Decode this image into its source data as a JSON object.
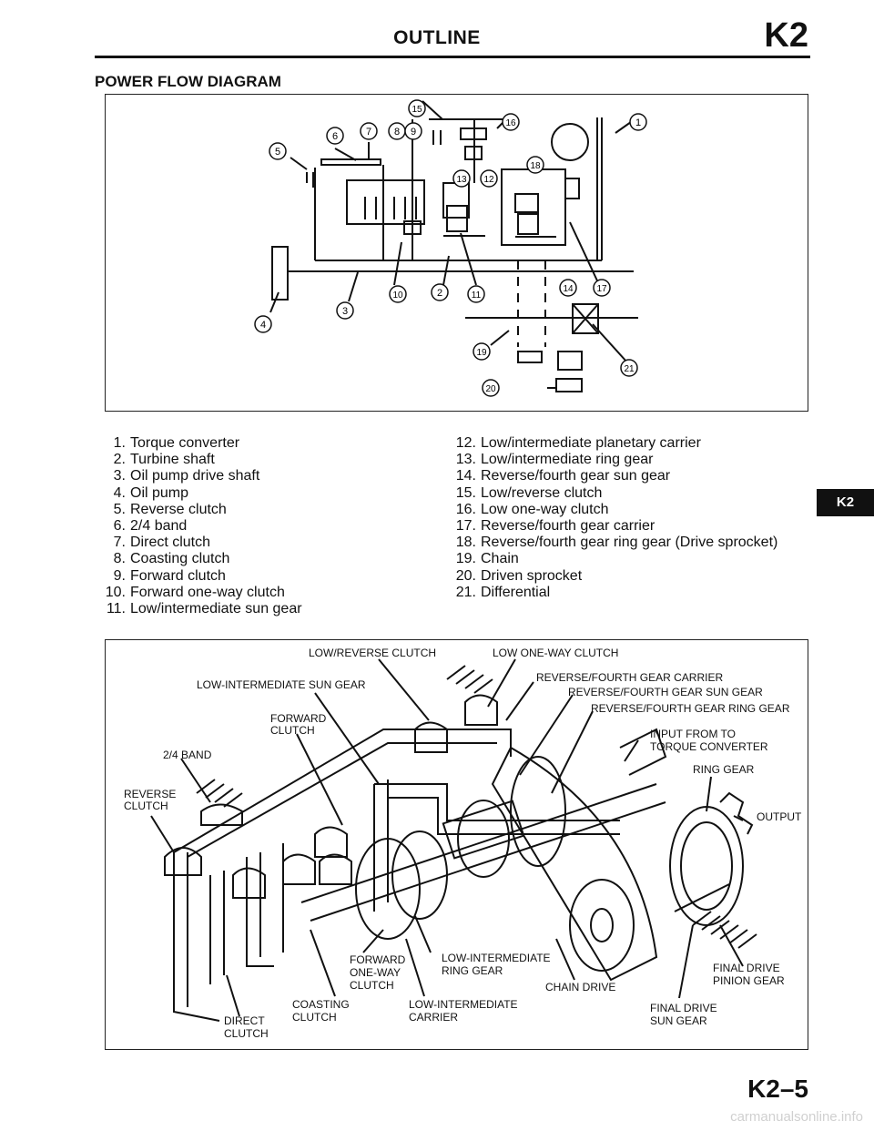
{
  "header": {
    "title": "OUTLINE",
    "code": "K2"
  },
  "section_title": "POWER FLOW DIAGRAM",
  "callouts": [
    "1",
    "2",
    "3",
    "4",
    "5",
    "6",
    "7",
    "8",
    "9",
    "10",
    "11",
    "12",
    "13",
    "14",
    "15",
    "16",
    "17",
    "18",
    "19",
    "20",
    "21"
  ],
  "legend_left": [
    {
      "num": "1.",
      "text": "Torque converter"
    },
    {
      "num": "2.",
      "text": "Turbine shaft"
    },
    {
      "num": "3.",
      "text": "Oil pump drive shaft"
    },
    {
      "num": "4.",
      "text": "Oil pump"
    },
    {
      "num": "5.",
      "text": "Reverse clutch"
    },
    {
      "num": "6.",
      "text": "2/4 band"
    },
    {
      "num": "7.",
      "text": "Direct clutch"
    },
    {
      "num": "8.",
      "text": "Coasting clutch"
    },
    {
      "num": "9.",
      "text": "Forward clutch"
    },
    {
      "num": "10.",
      "text": "Forward one-way clutch"
    },
    {
      "num": "11.",
      "text": "Low/intermediate sun gear"
    }
  ],
  "legend_right": [
    {
      "num": "12.",
      "text": "Low/intermediate planetary carrier"
    },
    {
      "num": "13.",
      "text": "Low/intermediate ring gear"
    },
    {
      "num": "14.",
      "text": "Reverse/fourth gear sun gear"
    },
    {
      "num": "15.",
      "text": "Low/reverse clutch"
    },
    {
      "num": "16.",
      "text": "Low one-way clutch"
    },
    {
      "num": "17.",
      "text": "Reverse/fourth gear carrier"
    },
    {
      "num": "18.",
      "text": "Reverse/fourth gear ring gear (Drive sprocket)"
    },
    {
      "num": "19.",
      "text": "Chain"
    },
    {
      "num": "20.",
      "text": "Driven sprocket"
    },
    {
      "num": "21.",
      "text": "Differential"
    }
  ],
  "labels": {
    "low_reverse_clutch": "LOW/REVERSE CLUTCH",
    "low_one_way_clutch": "LOW ONE-WAY CLUTCH",
    "low_intermediate_sun_gear": "LOW-INTERMEDIATE SUN GEAR",
    "reverse_fourth_gear_carrier": "REVERSE/FOURTH GEAR CARRIER",
    "reverse_fourth_gear_sun_gear": "REVERSE/FOURTH GEAR SUN GEAR",
    "reverse_fourth_gear_ring_gear": "REVERSE/FOURTH GEAR RING GEAR",
    "forward_clutch_1": "FORWARD",
    "forward_clutch_2": "CLUTCH",
    "input_1": "INPUT FROM TO",
    "input_2": "TORQUE CONVERTER",
    "band_24": "2/4 BAND",
    "ring_gear": "RING GEAR",
    "reverse_clutch_1": "REVERSE",
    "reverse_clutch_2": "CLUTCH",
    "output": "OUTPUT",
    "forward_one_way_1": "FORWARD",
    "forward_one_way_2": "ONE-WAY",
    "forward_one_way_3": "CLUTCH",
    "low_int_ring_gear_1": "LOW-INTERMEDIATE",
    "low_int_ring_gear_2": "RING GEAR",
    "chain_drive": "CHAIN DRIVE",
    "final_drive_pinion_1": "FINAL DRIVE",
    "final_drive_pinion_2": "PINION GEAR",
    "coasting_clutch_1": "COASTING",
    "coasting_clutch_2": "CLUTCH",
    "low_int_carrier_1": "LOW-INTERMEDIATE",
    "low_int_carrier_2": "CARRIER",
    "final_drive_sun_1": "FINAL DRIVE",
    "final_drive_sun_2": "SUN GEAR",
    "direct_clutch_1": "DIRECT",
    "direct_clutch_2": "CLUTCH"
  },
  "side_tab": "K2",
  "page_number": "K2–5",
  "watermark": "carmanualsonline.info"
}
